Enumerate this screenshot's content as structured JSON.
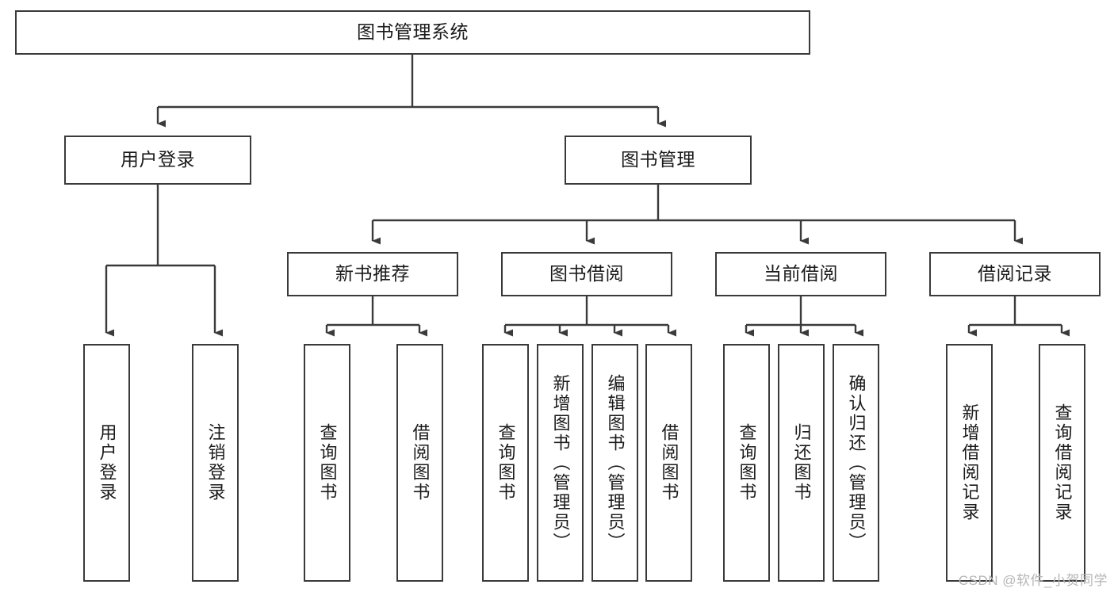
{
  "diagram": {
    "title": "图书管理系统",
    "watermark": "CSDN @软件_小贺同学",
    "colors": {
      "stroke": "#3a3a3a",
      "background": "#ffffff",
      "text": "#1a1a1a",
      "watermark": "#b5b5b5"
    },
    "root": {
      "label": "图书管理系统"
    },
    "level2": [
      {
        "label": "用户登录"
      },
      {
        "label": "图书管理"
      }
    ],
    "level3": [
      {
        "label": "新书推荐"
      },
      {
        "label": "图书借阅"
      },
      {
        "label": "当前借阅"
      },
      {
        "label": "借阅记录"
      }
    ],
    "leaves": {
      "user_login": [
        {
          "label": "用户登录"
        },
        {
          "label": "注销登录"
        }
      ],
      "new_book": [
        {
          "label": "查询图书"
        },
        {
          "label": "借阅图书"
        }
      ],
      "book_borrow": [
        {
          "label": "查询图书"
        },
        {
          "label": "新增图书（管理员）"
        },
        {
          "label": "编辑图书（管理员）"
        },
        {
          "label": "借阅图书"
        }
      ],
      "current_borrow": [
        {
          "label": "查询图书"
        },
        {
          "label": "归还图书"
        },
        {
          "label": "确认归还（管理员）"
        }
      ],
      "borrow_record": [
        {
          "label": "新增借阅记录"
        },
        {
          "label": "查询借阅记录"
        }
      ]
    }
  }
}
